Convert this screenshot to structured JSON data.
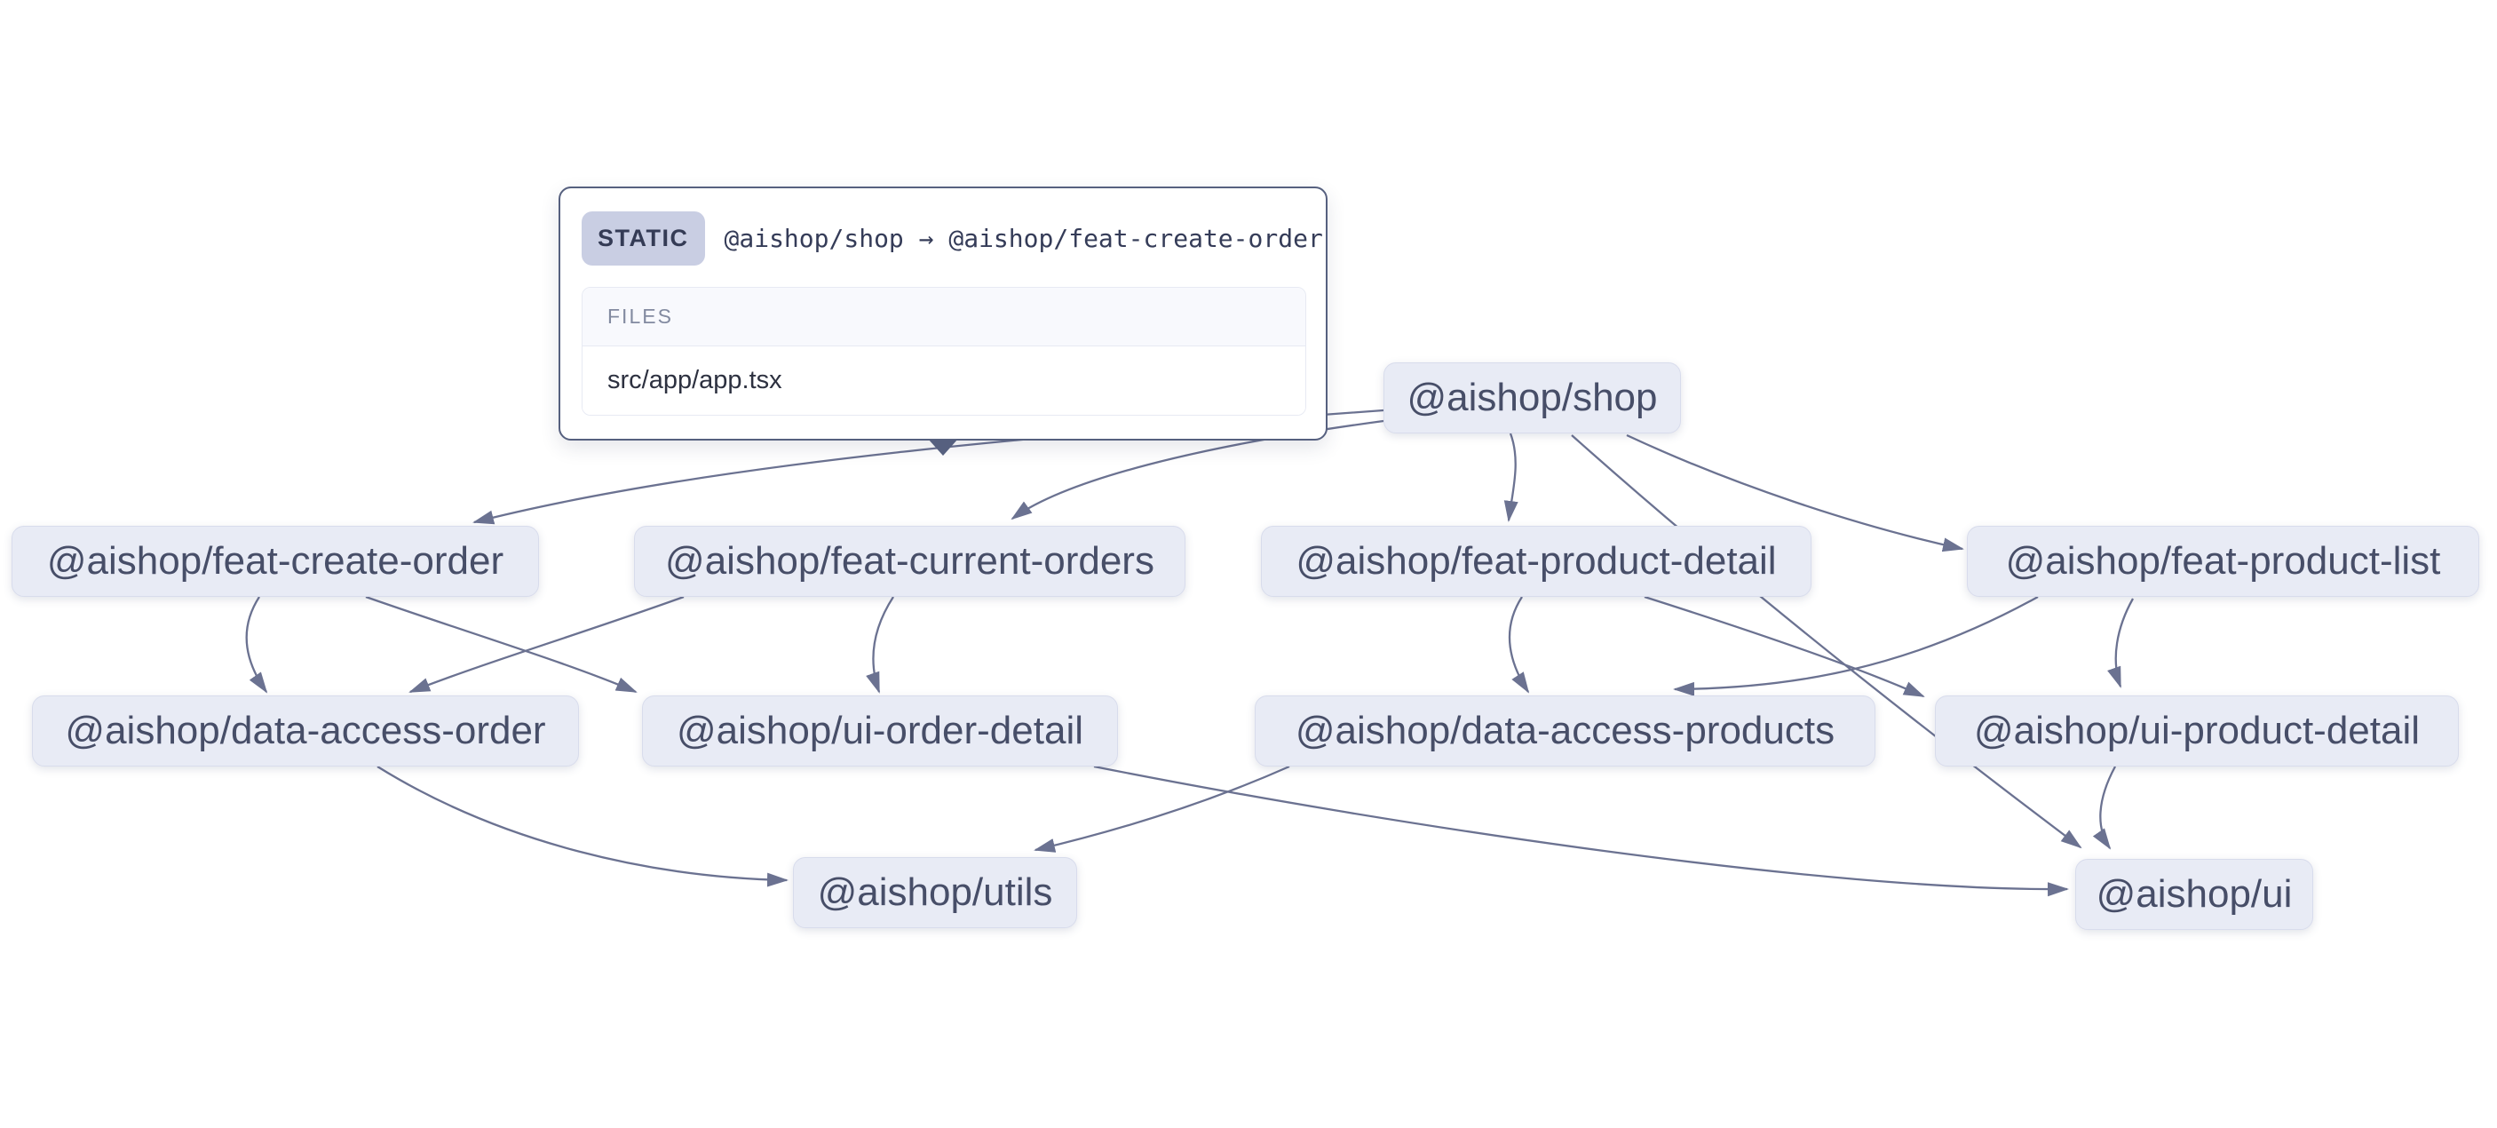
{
  "colors": {
    "background": "#ffffff",
    "node_bg": "#e8ebf5",
    "node_border": "#d8dcec",
    "node_text": "#474e68",
    "edge": "#6b7291",
    "tooltip_border": "#56607f",
    "badge_bg": "#c9cee3",
    "badge_text": "#343b55",
    "files_header_text": "#828aa0",
    "file_text": "#2d3140"
  },
  "tooltip": {
    "type_label": "STATIC",
    "title": "@aishop/shop → @aishop/feat-create-order",
    "files_header": "FILES",
    "files": [
      "src/app/app.tsx"
    ]
  },
  "graph": {
    "nodes": [
      {
        "id": "shop",
        "label": "@aishop/shop"
      },
      {
        "id": "feat-create-order",
        "label": "@aishop/feat-create-order"
      },
      {
        "id": "feat-current-orders",
        "label": "@aishop/feat-current-orders"
      },
      {
        "id": "feat-product-detail",
        "label": "@aishop/feat-product-detail"
      },
      {
        "id": "feat-product-list",
        "label": "@aishop/feat-product-list"
      },
      {
        "id": "data-access-order",
        "label": "@aishop/data-access-order"
      },
      {
        "id": "ui-order-detail",
        "label": "@aishop/ui-order-detail"
      },
      {
        "id": "data-access-products",
        "label": "@aishop/data-access-products"
      },
      {
        "id": "ui-product-detail",
        "label": "@aishop/ui-product-detail"
      },
      {
        "id": "utils",
        "label": "@aishop/utils"
      },
      {
        "id": "ui",
        "label": "@aishop/ui"
      }
    ],
    "edges": [
      {
        "from": "shop",
        "to": "feat-create-order",
        "type": "static",
        "hovered": true
      },
      {
        "from": "shop",
        "to": "feat-current-orders"
      },
      {
        "from": "shop",
        "to": "feat-product-detail"
      },
      {
        "from": "shop",
        "to": "feat-product-list"
      },
      {
        "from": "shop",
        "to": "ui"
      },
      {
        "from": "feat-create-order",
        "to": "data-access-order"
      },
      {
        "from": "feat-create-order",
        "to": "ui-order-detail"
      },
      {
        "from": "feat-current-orders",
        "to": "data-access-order"
      },
      {
        "from": "feat-current-orders",
        "to": "ui-order-detail"
      },
      {
        "from": "feat-product-detail",
        "to": "data-access-products"
      },
      {
        "from": "feat-product-detail",
        "to": "ui-product-detail"
      },
      {
        "from": "feat-product-list",
        "to": "data-access-products"
      },
      {
        "from": "feat-product-list",
        "to": "ui-product-detail"
      },
      {
        "from": "data-access-order",
        "to": "utils"
      },
      {
        "from": "data-access-products",
        "to": "utils"
      },
      {
        "from": "ui-order-detail",
        "to": "ui"
      },
      {
        "from": "ui-product-detail",
        "to": "ui"
      }
    ]
  }
}
